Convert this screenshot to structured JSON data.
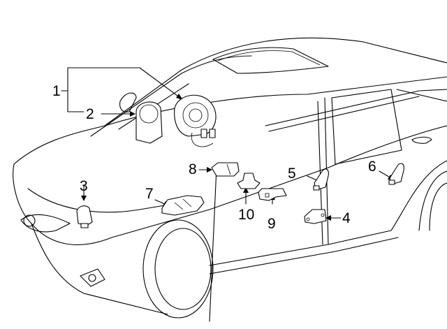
{
  "diagram": {
    "subject": "vehicle airbag / SRS sensor locations",
    "callouts": [
      {
        "id": "1",
        "label": "1"
      },
      {
        "id": "2",
        "label": "2"
      },
      {
        "id": "3",
        "label": "3"
      },
      {
        "id": "4",
        "label": "4"
      },
      {
        "id": "5",
        "label": "5"
      },
      {
        "id": "6",
        "label": "6"
      },
      {
        "id": "7",
        "label": "7"
      },
      {
        "id": "8",
        "label": "8"
      },
      {
        "id": "9",
        "label": "9"
      },
      {
        "id": "10",
        "label": "10"
      }
    ],
    "line_color": "#000000",
    "background": "#ffffff"
  }
}
